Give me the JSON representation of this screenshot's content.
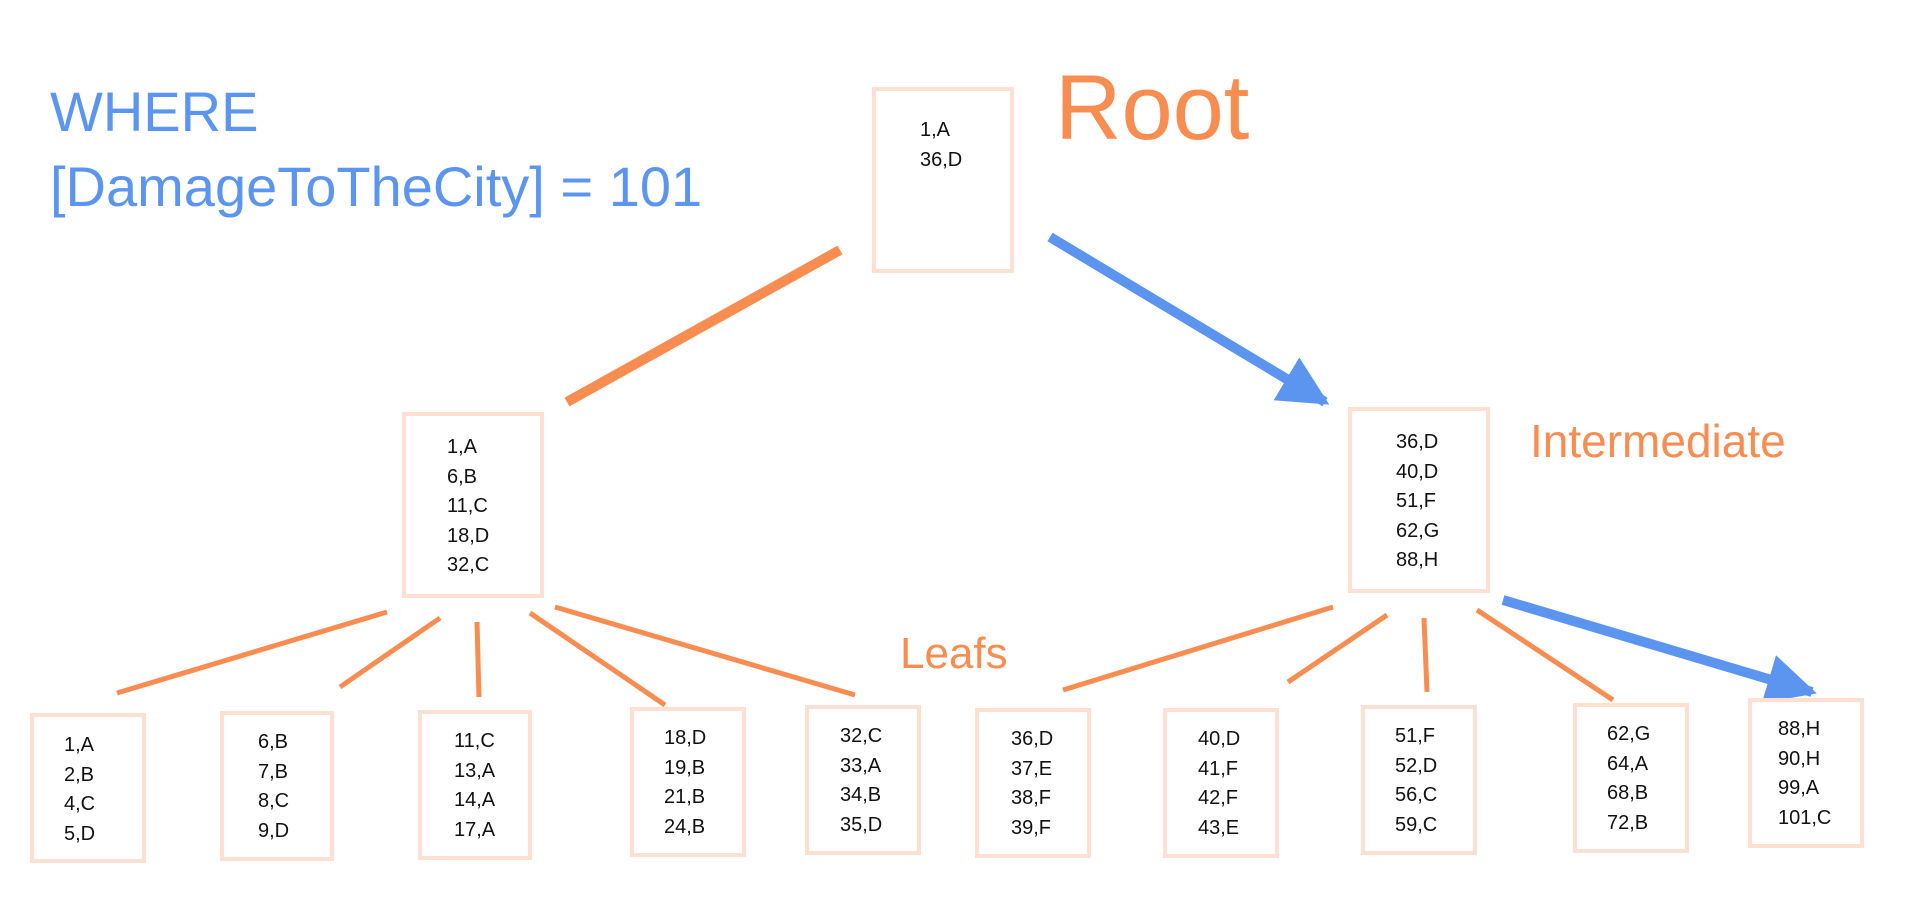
{
  "query": {
    "line1": "WHERE",
    "line2": "[DamageToTheCity] = 101"
  },
  "labels": {
    "root": "Root",
    "intermediate": "Intermediate",
    "leafs": "Leafs"
  },
  "colors": {
    "orange": "#f88d52",
    "blue": "#5b95f0",
    "box_border": "#fde0d2",
    "text": "#111111"
  },
  "tree": {
    "root": [
      "1,A",
      "36,D"
    ],
    "intermediate": [
      [
        "1,A",
        "6,B",
        "11,C",
        "18,D",
        "32,C"
      ],
      [
        "36,D",
        "40,D",
        "51,F",
        "62,G",
        "88,H"
      ]
    ],
    "leaves": [
      [
        "1,A",
        "2,B",
        "4,C",
        "5,D"
      ],
      [
        "6,B",
        "7,B",
        "8,C",
        "9,D"
      ],
      [
        "11,C",
        "13,A",
        "14,A",
        "17,A"
      ],
      [
        "18,D",
        "19,B",
        "21,B",
        "24,B"
      ],
      [
        "32,C",
        "33,A",
        "34,B",
        "35,D"
      ],
      [
        "36,D",
        "37,E",
        "38,F",
        "39,F"
      ],
      [
        "40,D",
        "41,F",
        "42,F",
        "43,E"
      ],
      [
        "51,F",
        "52,D",
        "56,C",
        "59,C"
      ],
      [
        "62,G",
        "64,A",
        "68,B",
        "72,B"
      ],
      [
        "88,H",
        "90,H",
        "99,A",
        "101,C"
      ]
    ]
  },
  "search_path": [
    "root",
    "intermediate-2",
    "leaf-10"
  ]
}
